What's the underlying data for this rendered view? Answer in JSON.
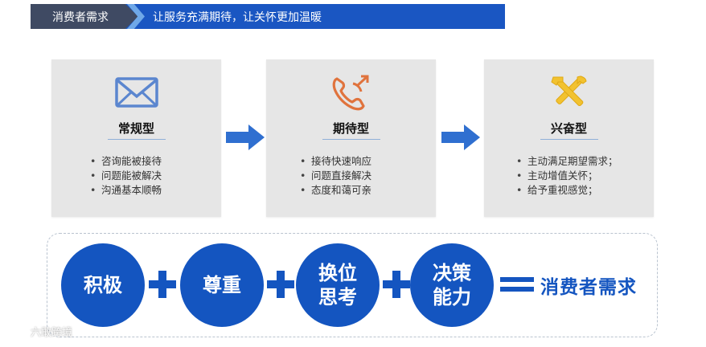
{
  "header": {
    "tag": "消费者需求",
    "slogan": "让服务充满期待，让关怀更加温暖"
  },
  "cards": [
    {
      "title": "常规型",
      "icon": "envelope-icon",
      "items": [
        "咨询能被接待",
        "问题能被解决",
        "沟通基本顺畅"
      ]
    },
    {
      "title": "期待型",
      "icon": "phone-icon",
      "items": [
        "接待快速响应",
        "问题直接解决",
        "态度和蔼可亲"
      ]
    },
    {
      "title": "兴奋型",
      "icon": "tools-icon",
      "items": [
        "主动满足期望需求；",
        "主动增值关怀；",
        "给予重视感觉；"
      ]
    }
  ],
  "formula": {
    "terms": [
      {
        "line1": "积极",
        "line2": ""
      },
      {
        "line1": "尊重",
        "line2": ""
      },
      {
        "line1": "换位",
        "line2": "思考"
      },
      {
        "line1": "决策",
        "line2": "能力"
      }
    ],
    "result": "消费者需求"
  },
  "watermark": "六敢跨境",
  "colors": {
    "brand_blue": "#1455c0",
    "banner_dark": "#3f4a63",
    "card_bg": "#e6e6e6"
  }
}
